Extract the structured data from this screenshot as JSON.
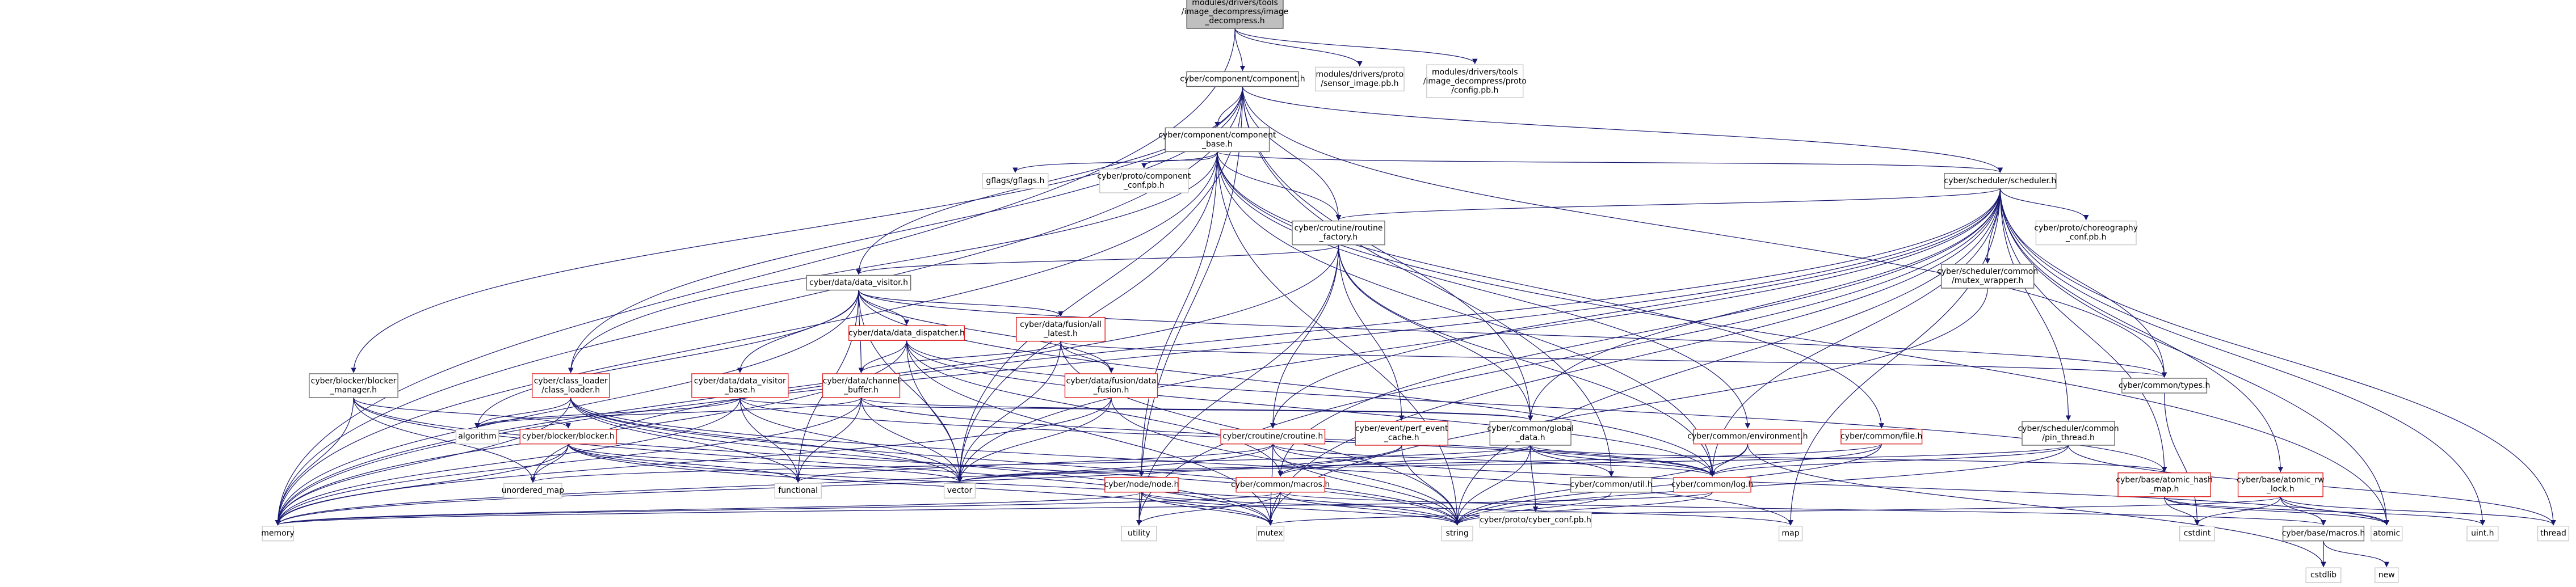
{
  "nodes": [
    {
      "id": "root",
      "lines": [
        "modules/drivers/tools",
        "/image_decompress/image",
        "_decompress.h"
      ],
      "style": "root"
    },
    {
      "id": "component",
      "lines": [
        "cyber/component/component.h"
      ],
      "style": "black"
    },
    {
      "id": "sensor_image",
      "lines": [
        "modules/drivers/proto",
        "/sensor_image.pb.h"
      ],
      "style": "gray"
    },
    {
      "id": "config_pb",
      "lines": [
        "modules/drivers/tools",
        "/image_decompress/proto",
        "/config.pb.h"
      ],
      "style": "gray"
    },
    {
      "id": "component_base",
      "lines": [
        "cyber/component/component",
        "_base.h"
      ],
      "style": "black"
    },
    {
      "id": "gflags",
      "lines": [
        "gflags/gflags.h"
      ],
      "style": "gray"
    },
    {
      "id": "component_conf",
      "lines": [
        "cyber/proto/component",
        "_conf.pb.h"
      ],
      "style": "gray"
    },
    {
      "id": "scheduler",
      "lines": [
        "cyber/scheduler/scheduler.h"
      ],
      "style": "black"
    },
    {
      "id": "routine_factory",
      "lines": [
        "cyber/croutine/routine",
        "_factory.h"
      ],
      "style": "black"
    },
    {
      "id": "choreography",
      "lines": [
        "cyber/proto/choreography",
        "_conf.pb.h"
      ],
      "style": "gray"
    },
    {
      "id": "mutex_wrapper",
      "lines": [
        "cyber/scheduler/common",
        "/mutex_wrapper.h"
      ],
      "style": "black"
    },
    {
      "id": "data_visitor",
      "lines": [
        "cyber/data/data_visitor.h"
      ],
      "style": "black"
    },
    {
      "id": "data_dispatcher",
      "lines": [
        "cyber/data/data_dispatcher.h"
      ],
      "style": "red"
    },
    {
      "id": "all_latest",
      "lines": [
        "cyber/data/fusion/all",
        "_latest.h"
      ],
      "style": "red"
    },
    {
      "id": "blocker_manager",
      "lines": [
        "cyber/blocker/blocker",
        "_manager.h"
      ],
      "style": "black"
    },
    {
      "id": "class_loader",
      "lines": [
        "cyber/class_loader",
        "/class_loader.h"
      ],
      "style": "red"
    },
    {
      "id": "data_visitor_base",
      "lines": [
        "cyber/data/data_visitor",
        "_base.h"
      ],
      "style": "red"
    },
    {
      "id": "channel_buffer",
      "lines": [
        "cyber/data/channel",
        "_buffer.h"
      ],
      "style": "red"
    },
    {
      "id": "data_fusion",
      "lines": [
        "cyber/data/fusion/data",
        "_fusion.h"
      ],
      "style": "red"
    },
    {
      "id": "blocker",
      "lines": [
        "cyber/blocker/blocker.h"
      ],
      "style": "red"
    },
    {
      "id": "croutine",
      "lines": [
        "cyber/croutine/croutine.h"
      ],
      "style": "red"
    },
    {
      "id": "perf_event_cache",
      "lines": [
        "cyber/event/perf_event",
        "_cache.h"
      ],
      "style": "red"
    },
    {
      "id": "global_data",
      "lines": [
        "cyber/common/global",
        "_data.h"
      ],
      "style": "black"
    },
    {
      "id": "environment",
      "lines": [
        "cyber/common/environment.h"
      ],
      "style": "red"
    },
    {
      "id": "file",
      "lines": [
        "cyber/common/file.h"
      ],
      "style": "red"
    },
    {
      "id": "pin_thread",
      "lines": [
        "cyber/scheduler/common",
        "/pin_thread.h"
      ],
      "style": "black"
    },
    {
      "id": "types",
      "lines": [
        "cyber/common/types.h"
      ],
      "style": "black"
    },
    {
      "id": "node",
      "lines": [
        "cyber/node/node.h"
      ],
      "style": "red"
    },
    {
      "id": "macros_common",
      "lines": [
        "cyber/common/macros.h"
      ],
      "style": "red"
    },
    {
      "id": "cyber_conf",
      "lines": [
        "cyber/proto/cyber_conf.pb.h"
      ],
      "style": "gray"
    },
    {
      "id": "util",
      "lines": [
        "cyber/common/util.h"
      ],
      "style": "black"
    },
    {
      "id": "log",
      "lines": [
        "cyber/common/log.h"
      ],
      "style": "red"
    },
    {
      "id": "atomic_hash_map",
      "lines": [
        "cyber/base/atomic_hash",
        "_map.h"
      ],
      "style": "red"
    },
    {
      "id": "atomic_rw_lock",
      "lines": [
        "cyber/base/atomic_rw",
        "_lock.h"
      ],
      "style": "red"
    },
    {
      "id": "base_macros",
      "lines": [
        "cyber/base/macros.h"
      ],
      "style": "black"
    },
    {
      "id": "algorithm",
      "lines": [
        "algorithm"
      ],
      "style": "gray"
    },
    {
      "id": "unordered_map",
      "lines": [
        "unordered_map"
      ],
      "style": "gray"
    },
    {
      "id": "functional",
      "lines": [
        "functional"
      ],
      "style": "gray"
    },
    {
      "id": "vector",
      "lines": [
        "vector"
      ],
      "style": "gray"
    },
    {
      "id": "memory",
      "lines": [
        "memory"
      ],
      "style": "gray"
    },
    {
      "id": "utility",
      "lines": [
        "utility"
      ],
      "style": "gray"
    },
    {
      "id": "mutex",
      "lines": [
        "mutex"
      ],
      "style": "gray"
    },
    {
      "id": "string",
      "lines": [
        "string"
      ],
      "style": "gray"
    },
    {
      "id": "map",
      "lines": [
        "map"
      ],
      "style": "gray"
    },
    {
      "id": "cstdint",
      "lines": [
        "cstdint"
      ],
      "style": "gray"
    },
    {
      "id": "atomic",
      "lines": [
        "atomic"
      ],
      "style": "gray"
    },
    {
      "id": "uint",
      "lines": [
        "uint.h"
      ],
      "style": "gray"
    },
    {
      "id": "thread",
      "lines": [
        "thread"
      ],
      "style": "gray"
    },
    {
      "id": "cstdlib",
      "lines": [
        "cstdlib"
      ],
      "style": "gray"
    },
    {
      "id": "new",
      "lines": [
        "new"
      ],
      "style": "gray"
    }
  ],
  "edges": [
    [
      "root",
      "component"
    ],
    [
      "root",
      "sensor_image"
    ],
    [
      "root",
      "config_pb"
    ],
    [
      "root",
      "memory"
    ],
    [
      "component",
      "component_base"
    ],
    [
      "component",
      "data_visitor"
    ],
    [
      "component",
      "scheduler"
    ],
    [
      "component",
      "routine_factory"
    ],
    [
      "component",
      "global_data"
    ],
    [
      "component",
      "types"
    ],
    [
      "component",
      "util"
    ],
    [
      "component",
      "blocker_manager"
    ],
    [
      "component",
      "memory"
    ],
    [
      "component",
      "vector"
    ],
    [
      "component",
      "utility"
    ],
    [
      "component",
      "class_loader"
    ],
    [
      "component_base",
      "gflags"
    ],
    [
      "component_base",
      "component_conf"
    ],
    [
      "component_base",
      "scheduler"
    ],
    [
      "component_base",
      "routine_factory"
    ],
    [
      "component_base",
      "class_loader"
    ],
    [
      "component_base",
      "node"
    ],
    [
      "component_base",
      "environment"
    ],
    [
      "component_base",
      "file"
    ],
    [
      "component_base",
      "vector"
    ],
    [
      "component_base",
      "string"
    ],
    [
      "component_base",
      "atomic"
    ],
    [
      "component_base",
      "memory"
    ],
    [
      "component_base",
      "log"
    ],
    [
      "scheduler",
      "routine_factory"
    ],
    [
      "scheduler",
      "choreography"
    ],
    [
      "scheduler",
      "mutex_wrapper"
    ],
    [
      "scheduler",
      "pin_thread"
    ],
    [
      "scheduler",
      "types"
    ],
    [
      "scheduler",
      "croutine"
    ],
    [
      "scheduler",
      "global_data"
    ],
    [
      "scheduler",
      "log"
    ],
    [
      "scheduler",
      "macros_common"
    ],
    [
      "scheduler",
      "atomic_hash_map"
    ],
    [
      "scheduler",
      "atomic_rw_lock"
    ],
    [
      "scheduler",
      "memory"
    ],
    [
      "scheduler",
      "string"
    ],
    [
      "scheduler",
      "unordered_map"
    ],
    [
      "scheduler",
      "vector"
    ],
    [
      "scheduler",
      "atomic"
    ],
    [
      "scheduler",
      "uint"
    ],
    [
      "scheduler",
      "thread"
    ],
    [
      "scheduler",
      "mutex"
    ],
    [
      "scheduler",
      "utility"
    ],
    [
      "scheduler",
      "map"
    ],
    [
      "routine_factory",
      "data_visitor"
    ],
    [
      "routine_factory",
      "croutine"
    ],
    [
      "routine_factory",
      "perf_event_cache"
    ],
    [
      "routine_factory",
      "global_data"
    ],
    [
      "routine_factory",
      "log"
    ],
    [
      "routine_factory",
      "memory"
    ],
    [
      "routine_factory",
      "utility"
    ],
    [
      "mutex_wrapper",
      "mutex"
    ],
    [
      "data_visitor",
      "data_dispatcher"
    ],
    [
      "data_visitor",
      "all_latest"
    ],
    [
      "data_visitor",
      "data_visitor_base"
    ],
    [
      "data_visitor",
      "channel_buffer"
    ],
    [
      "data_visitor",
      "data_fusion"
    ],
    [
      "data_visitor",
      "types"
    ],
    [
      "data_visitor",
      "log"
    ],
    [
      "data_visitor",
      "algorithm"
    ],
    [
      "data_visitor",
      "functional"
    ],
    [
      "data_visitor",
      "memory"
    ],
    [
      "data_visitor",
      "vector"
    ],
    [
      "data_dispatcher",
      "channel_buffer"
    ],
    [
      "data_dispatcher",
      "log"
    ],
    [
      "data_dispatcher",
      "macros_common"
    ],
    [
      "data_dispatcher",
      "memory"
    ],
    [
      "data_dispatcher",
      "mutex"
    ],
    [
      "data_dispatcher",
      "vector"
    ],
    [
      "data_dispatcher",
      "atomic_hash_map"
    ],
    [
      "all_latest",
      "channel_buffer"
    ],
    [
      "all_latest",
      "data_fusion"
    ],
    [
      "all_latest",
      "types"
    ],
    [
      "all_latest",
      "vector"
    ],
    [
      "all_latest",
      "string"
    ],
    [
      "blocker_manager",
      "blocker"
    ],
    [
      "blocker_manager",
      "memory"
    ],
    [
      "blocker_manager",
      "mutex"
    ],
    [
      "blocker_manager",
      "string"
    ],
    [
      "blocker_manager",
      "unordered_map"
    ],
    [
      "class_loader",
      "algorithm"
    ],
    [
      "class_loader",
      "functional"
    ],
    [
      "class_loader",
      "memory"
    ],
    [
      "class_loader",
      "string"
    ],
    [
      "class_loader",
      "vector"
    ],
    [
      "class_loader",
      "mutex"
    ],
    [
      "class_loader",
      "map"
    ],
    [
      "data_visitor_base",
      "algorithm"
    ],
    [
      "data_visitor_base",
      "functional"
    ],
    [
      "data_visitor_base",
      "memory"
    ],
    [
      "data_visitor_base",
      "vector"
    ],
    [
      "data_visitor_base",
      "global_data"
    ],
    [
      "data_visitor_base",
      "log"
    ],
    [
      "channel_buffer",
      "algorithm"
    ],
    [
      "channel_buffer",
      "functional"
    ],
    [
      "channel_buffer",
      "memory"
    ],
    [
      "channel_buffer",
      "vector"
    ],
    [
      "channel_buffer",
      "global_data"
    ],
    [
      "channel_buffer",
      "log"
    ],
    [
      "data_fusion",
      "string"
    ],
    [
      "data_fusion",
      "vector"
    ],
    [
      "data_fusion",
      "memory"
    ],
    [
      "blocker",
      "functional"
    ],
    [
      "blocker",
      "vector"
    ],
    [
      "blocker",
      "list"
    ],
    [
      "blocker",
      "memory"
    ],
    [
      "blocker",
      "mutex"
    ],
    [
      "blocker",
      "string"
    ],
    [
      "blocker",
      "unordered_map"
    ],
    [
      "croutine",
      "atomic"
    ],
    [
      "croutine",
      "functional"
    ],
    [
      "croutine",
      "memory"
    ],
    [
      "croutine",
      "mutex"
    ],
    [
      "croutine",
      "string"
    ],
    [
      "croutine",
      "log"
    ],
    [
      "perf_event_cache",
      "macros_common"
    ],
    [
      "perf_event_cache",
      "string"
    ],
    [
      "perf_event_cache",
      "memory"
    ],
    [
      "global_data",
      "cyber_conf"
    ],
    [
      "global_data",
      "util"
    ],
    [
      "global_data",
      "log"
    ],
    [
      "global_data",
      "macros_common"
    ],
    [
      "global_data",
      "atomic_hash_map"
    ],
    [
      "global_data",
      "string"
    ],
    [
      "global_data",
      "unordered_map"
    ],
    [
      "environment",
      "log"
    ],
    [
      "environment",
      "string"
    ],
    [
      "environment",
      "cstdlib"
    ],
    [
      "file",
      "log"
    ],
    [
      "file",
      "string"
    ],
    [
      "file",
      "vector"
    ],
    [
      "pin_thread",
      "log"
    ],
    [
      "pin_thread",
      "string"
    ],
    [
      "pin_thread",
      "thread"
    ],
    [
      "pin_thread",
      "vector"
    ],
    [
      "types",
      "cstdint"
    ],
    [
      "node",
      "memory"
    ],
    [
      "node",
      "utility"
    ],
    [
      "node",
      "mutex"
    ],
    [
      "node",
      "string"
    ],
    [
      "node",
      "map"
    ],
    [
      "macros_common",
      "base_macros"
    ],
    [
      "macros_common",
      "memory"
    ],
    [
      "macros_common",
      "mutex"
    ],
    [
      "macros_common",
      "utility"
    ],
    [
      "macros_common",
      "string"
    ],
    [
      "util",
      "string"
    ],
    [
      "log",
      "string"
    ],
    [
      "log",
      "memory"
    ],
    [
      "atomic_hash_map",
      "cstdint"
    ],
    [
      "atomic_hash_map",
      "atomic"
    ],
    [
      "atomic_hash_map",
      "uint"
    ],
    [
      "atomic_rw_lock",
      "base_macros"
    ],
    [
      "atomic_rw_lock",
      "cstdint"
    ],
    [
      "atomic_rw_lock",
      "mutex"
    ],
    [
      "atomic_rw_lock",
      "thread"
    ],
    [
      "atomic_rw_lock",
      "atomic"
    ],
    [
      "base_macros",
      "cstdlib"
    ],
    [
      "base_macros",
      "new"
    ]
  ]
}
